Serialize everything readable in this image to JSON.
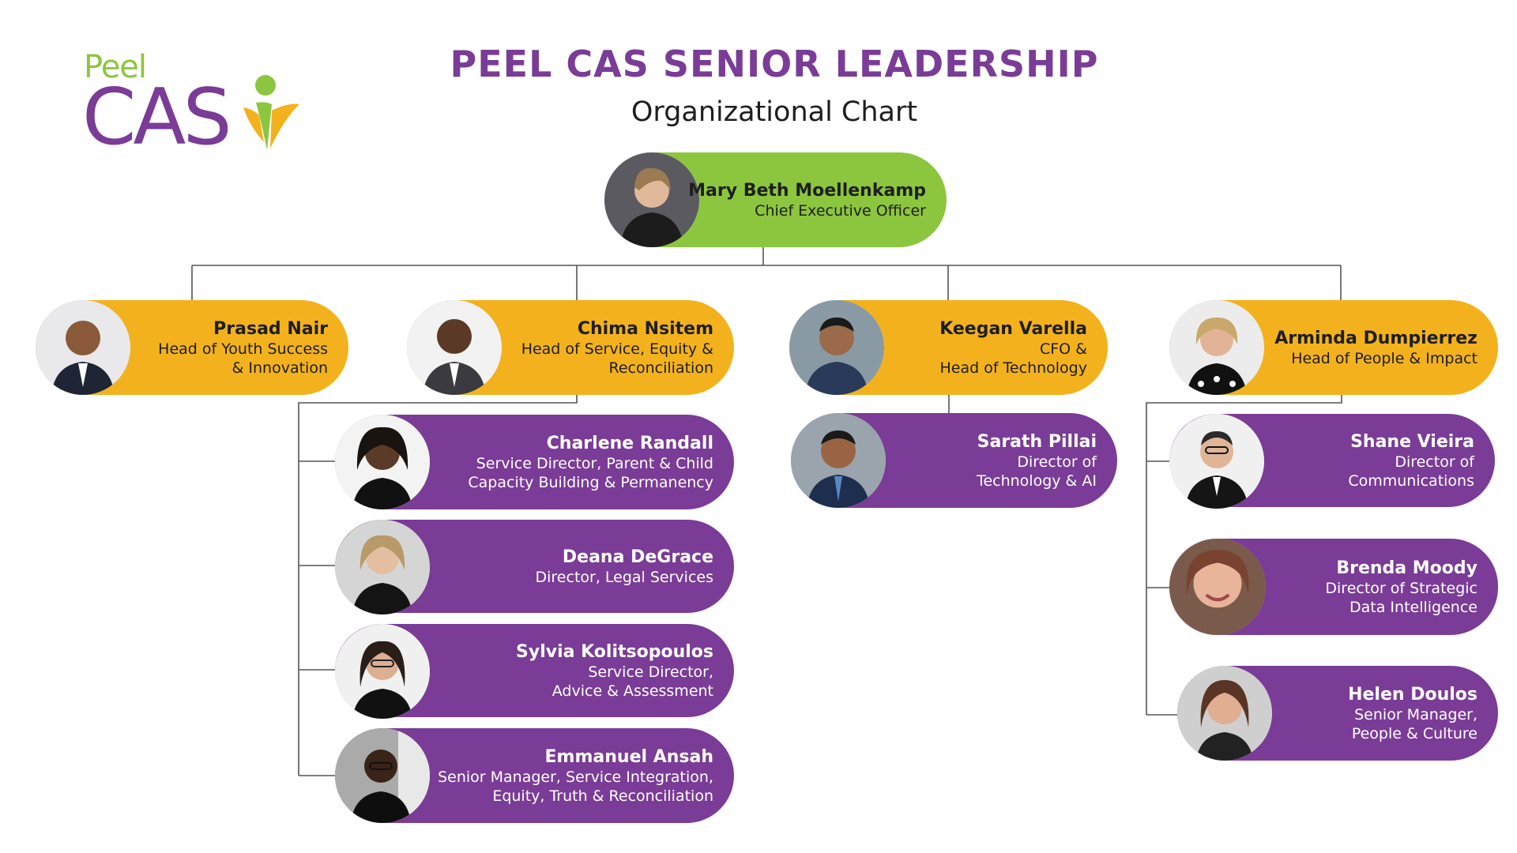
{
  "header": {
    "title": "PEEL CAS SENIOR LEADERSHIP",
    "subtitle": "Organizational Chart",
    "logo_text_small": "Peel",
    "logo_text_large": "CAS"
  },
  "colors": {
    "purple": "#7a3c96",
    "green": "#8cc63f",
    "gold": "#f3b21d"
  },
  "ceo": {
    "name": "Mary Beth Moellenkamp",
    "role": "Chief Executive Officer"
  },
  "heads": [
    {
      "name": "Prasad Nair",
      "role": "Head of Youth Success\n& Innovation"
    },
    {
      "name": "Chima Nsitem",
      "role": "Head of Service, Equity &\nReconciliation"
    },
    {
      "name": "Keegan Varella",
      "role": "CFO &\nHead of Technology"
    },
    {
      "name": "Arminda Dumpierrez",
      "role": "Head of People & Impact"
    }
  ],
  "reports_chima": [
    {
      "name": "Charlene Randall",
      "role": "Service Director, Parent & Child\nCapacity Building & Permanency"
    },
    {
      "name": "Deana DeGrace",
      "role": "Director, Legal Services"
    },
    {
      "name": "Sylvia Kolitsopoulos",
      "role": "Service Director,\nAdvice & Assessment"
    },
    {
      "name": "Emmanuel Ansah",
      "role": "Senior Manager, Service Integration,\nEquity, Truth & Reconciliation"
    }
  ],
  "reports_keegan": [
    {
      "name": "Sarath Pillai",
      "role": "Director of\nTechnology & AI"
    }
  ],
  "reports_arminda": [
    {
      "name": "Shane Vieira",
      "role": "Director of\nCommunications"
    },
    {
      "name": "Brenda Moody",
      "role": "Director of Strategic\nData Intelligence"
    },
    {
      "name": "Helen Doulos",
      "role": "Senior Manager,\nPeople & Culture"
    }
  ]
}
